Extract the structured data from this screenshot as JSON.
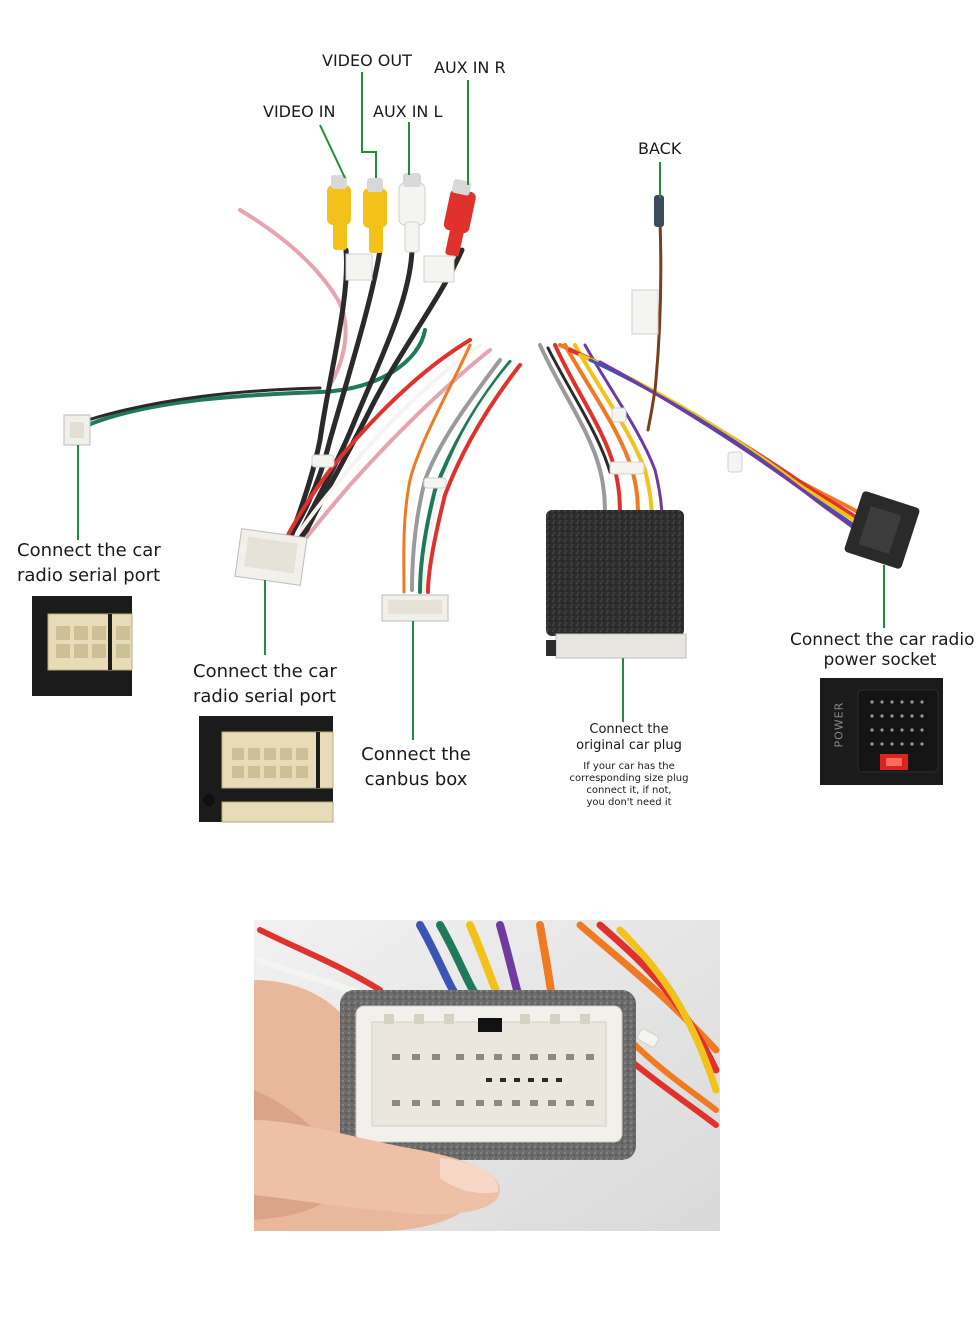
{
  "labels": {
    "video_out": "VIDEO OUT",
    "aux_in_r": "AUX IN R",
    "video_in": "VIDEO IN",
    "aux_in_l": "AUX IN L",
    "back": "BACK",
    "serial_port_1_line1": "Connect the car",
    "serial_port_1_line2": "radio  serial port",
    "serial_port_2_line1": "Connect the car",
    "serial_port_2_line2": "radio  serial port",
    "canbus_line1": "Connect the",
    "canbus_line2": "canbus box",
    "original_plug_line1": "Connect the",
    "original_plug_line2": "original car plug",
    "original_plug_note1": "If your car has the",
    "original_plug_note2": "corresponding size plug",
    "original_plug_note3": "connect it, if not,",
    "original_plug_note4": "you don't need it",
    "power_line1": "Connect the car radio",
    "power_line2": "power socket",
    "power_panel_text": "POWER"
  },
  "colors": {
    "leader_line": "#1f8f3a",
    "wire_yellow": "#f2c21b",
    "wire_red": "#e0322c",
    "wire_white": "#f4f4f0",
    "wire_black": "#2a2a2a",
    "wire_green": "#1f7a5a",
    "wire_pink": "#e7a3b0",
    "wire_orange": "#f07a22",
    "wire_brown": "#7a3e1c",
    "wire_blue": "#3a55b4",
    "wire_purple": "#6f3ba0",
    "wire_grey": "#9a9a9a",
    "foam": "#2d2d2d",
    "connector_white": "#f2f0ea"
  }
}
